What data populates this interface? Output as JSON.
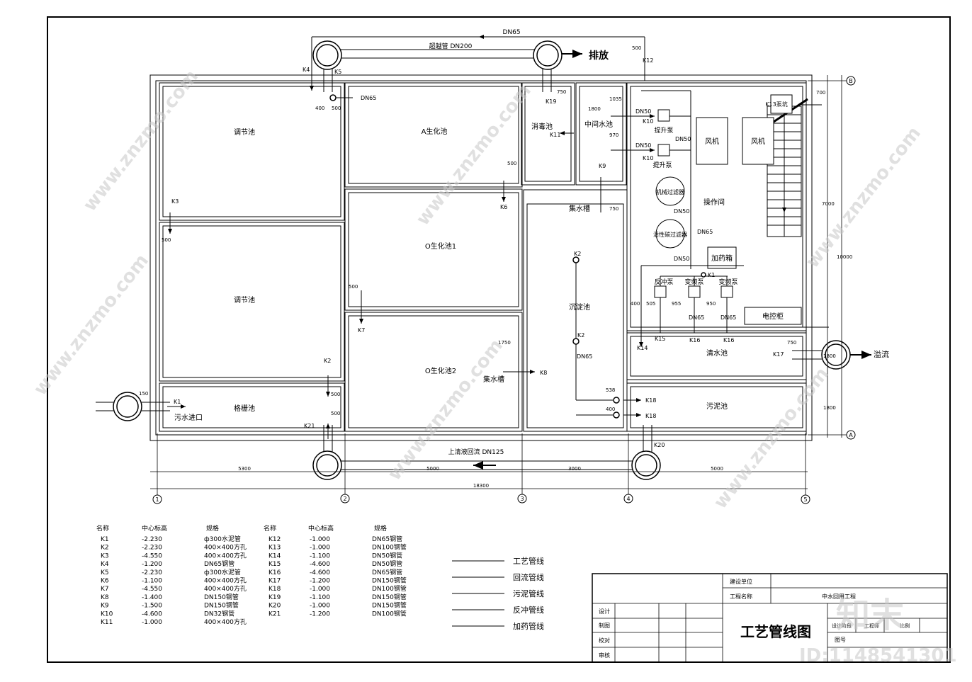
{
  "rooms": {
    "tiaojie1": "调节池",
    "tiaojie2": "调节池",
    "gezha": "格栅池",
    "wushui_in": "污水进口",
    "a_bio": "A生化池",
    "o_bio1": "O生化池1",
    "o_bio2": "O生化池2",
    "xiaodu": "消毒池",
    "zhongjian": "中间水池",
    "jishuicao_top": "集水槽",
    "jishuicao_left": "集水槽",
    "chendian": "沉淀池",
    "caozuo": "操作间",
    "qingshui": "清水池",
    "wuni": "污泥池",
    "fengji1": "风机",
    "fengji2": "风机",
    "jiayao": "加药箱",
    "dianhui": "电控柜",
    "tishengbeng1": "提升泵",
    "tishengbeng2": "提升泵",
    "jixie": "机械过滤器",
    "huoxingtan": "活性碳过滤器",
    "fanchong": "反冲泵",
    "bianpin1": "变频泵",
    "bianpin2": "变频泵",
    "k13": "K13泵坑"
  },
  "pipes": {
    "chaoyue": "超越管 DN200",
    "dn65_top": "DN65",
    "paifang": "排放",
    "yiliu": "溢流",
    "huiliu": "上清液回流 DN125"
  },
  "labels": {
    "k1": "K1",
    "k2": "K2",
    "k2b": "K2",
    "k2c": "K2",
    "k3": "K3",
    "k4": "K4",
    "k5": "K5",
    "k6": "K6",
    "k7": "K7",
    "k8": "K8",
    "k9": "K9",
    "k10a": "K10",
    "k10b": "K10",
    "k11": "K11",
    "k12": "K12",
    "k14": "K14",
    "k15": "K15",
    "k16a": "K16",
    "k16b": "K16",
    "k17": "K17",
    "k18a": "K18",
    "k18b": "K18",
    "k19": "K19",
    "k20": "K20",
    "k21": "K21",
    "k1b": "K1",
    "dn65a": "DN65",
    "dn65b": "DN65",
    "dn65c": "DN65",
    "dn65d": "DN65",
    "dn65e": "DN65",
    "dn50a": "DN50",
    "dn50b": "DN50",
    "dn50c": "DN50",
    "dn50d": "DN50",
    "dn50e": "DN50"
  },
  "dims": {
    "d400": "400",
    "d500a": "500",
    "d500b": "500",
    "d500c": "500",
    "d500d": "500",
    "d500e": "500",
    "d500f": "500",
    "d500g": "500",
    "d750a": "750",
    "d750b": "750",
    "d750c": "750",
    "d1800": "1800",
    "d1035": "1035",
    "d970": "970",
    "d1750": "1750",
    "d538": "538",
    "d400b": "400",
    "d400c": "400",
    "d505": "505",
    "d955": "955",
    "d950": "950",
    "d700": "700",
    "d7000": "7000",
    "d10000": "10000",
    "d1800b": "1800",
    "d1800c": "1800",
    "d150": "150",
    "b5300": "5300",
    "b5000a": "5000",
    "b3000": "3000",
    "b5000b": "5000",
    "btotal": "18300"
  },
  "axes": [
    "1",
    "2",
    "3",
    "4",
    "5"
  ],
  "axes_side": [
    "B",
    "A"
  ],
  "valve_table": {
    "headers": [
      "名称",
      "中心标高",
      "规格",
      "名称",
      "中心标高",
      "规格"
    ],
    "left": [
      [
        "K1",
        "-2.230",
        "ф300水泥管"
      ],
      [
        "K2",
        "-2.230",
        "400×400方孔"
      ],
      [
        "K3",
        "-4.550",
        "400×400方孔"
      ],
      [
        "K4",
        "-1.200",
        "DN65钢管"
      ],
      [
        "K5",
        "-2.230",
        "ф300水泥管"
      ],
      [
        "K6",
        "-1.100",
        "400×400方孔"
      ],
      [
        "K7",
        "-4.550",
        "400×400方孔"
      ],
      [
        "K8",
        "-1.400",
        "DN150钢管"
      ],
      [
        "K9",
        "-1.500",
        "DN150钢管"
      ],
      [
        "K10",
        "-4.600",
        "DN32钢管"
      ],
      [
        "K11",
        "-1.000",
        "400×400方孔"
      ]
    ],
    "right": [
      [
        "K12",
        "-1.000",
        "DN65钢管"
      ],
      [
        "K13",
        "-1.000",
        "DN100钢管"
      ],
      [
        "K14",
        "-1.100",
        "DN50钢管"
      ],
      [
        "K15",
        "-4.600",
        "DN50钢管"
      ],
      [
        "K16",
        "-4.600",
        "DN65钢管"
      ],
      [
        "K17",
        "-1.200",
        "DN150钢管"
      ],
      [
        "K18",
        "-1.000",
        "DN100钢管"
      ],
      [
        "K19",
        "-1.100",
        "DN150钢管"
      ],
      [
        "K20",
        "-1.000",
        "DN150钢管"
      ],
      [
        "K21",
        "-1.200",
        "DN100钢管"
      ]
    ]
  },
  "legend": [
    "工艺管线",
    "回流管线",
    "污泥管线",
    "反冲管线",
    "加药管线"
  ],
  "titleblock": {
    "jianshe": "建设单位",
    "gongcheng": "工程名称",
    "project": "中水回用工程",
    "sheji": "设计",
    "zhitu": "制图",
    "jiaodui": "校对",
    "shenhe": "审核",
    "title": "工艺管线图",
    "tuhao": "图号",
    "shejijieduan": "设计阶段",
    "gongchengshi": "工程师",
    "bili": "比例"
  },
  "watermark": {
    "brand": "知末",
    "site": "www.znzmo.com",
    "id": "ID:1148541301"
  }
}
